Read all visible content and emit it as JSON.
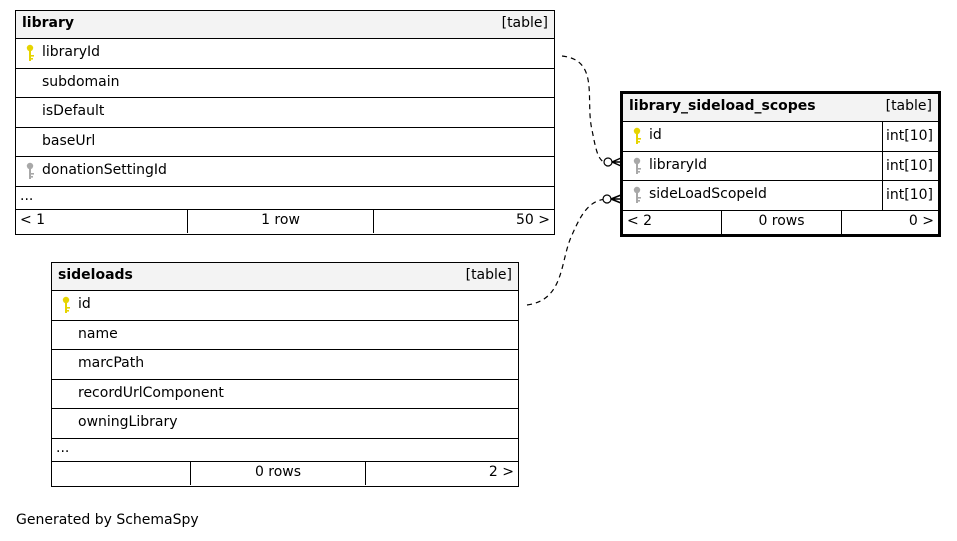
{
  "tables": {
    "library": {
      "name": "library",
      "kind": "[table]",
      "columns": [
        "libraryId",
        "subdomain",
        "isDefault",
        "baseUrl",
        "donationSettingId"
      ],
      "more": "...",
      "footer": {
        "left": "< 1",
        "center": "1 row",
        "right": "50 >"
      }
    },
    "scopes": {
      "name": "library_sideload_scopes",
      "kind": "[table]",
      "columns": [
        "id",
        "libraryId",
        "sideLoadScopeId"
      ],
      "types": [
        "int[10]",
        "int[10]",
        "int[10]"
      ],
      "footer": {
        "left": "< 2",
        "center": "0 rows",
        "right": "0 >"
      }
    },
    "sideloads": {
      "name": "sideloads",
      "kind": "[table]",
      "columns": [
        "id",
        "name",
        "marcPath",
        "recordUrlComponent",
        "owningLibrary"
      ],
      "more": "...",
      "footer": {
        "left": "",
        "center": "0 rows",
        "right": "2 >"
      }
    }
  },
  "colors": {
    "primary_key": "#e6d400",
    "foreign_key": "#a8a8a8"
  },
  "icons": {
    "primary_key": "key-icon",
    "foreign_key": "key-icon"
  },
  "credit": "Generated by SchemaSpy"
}
